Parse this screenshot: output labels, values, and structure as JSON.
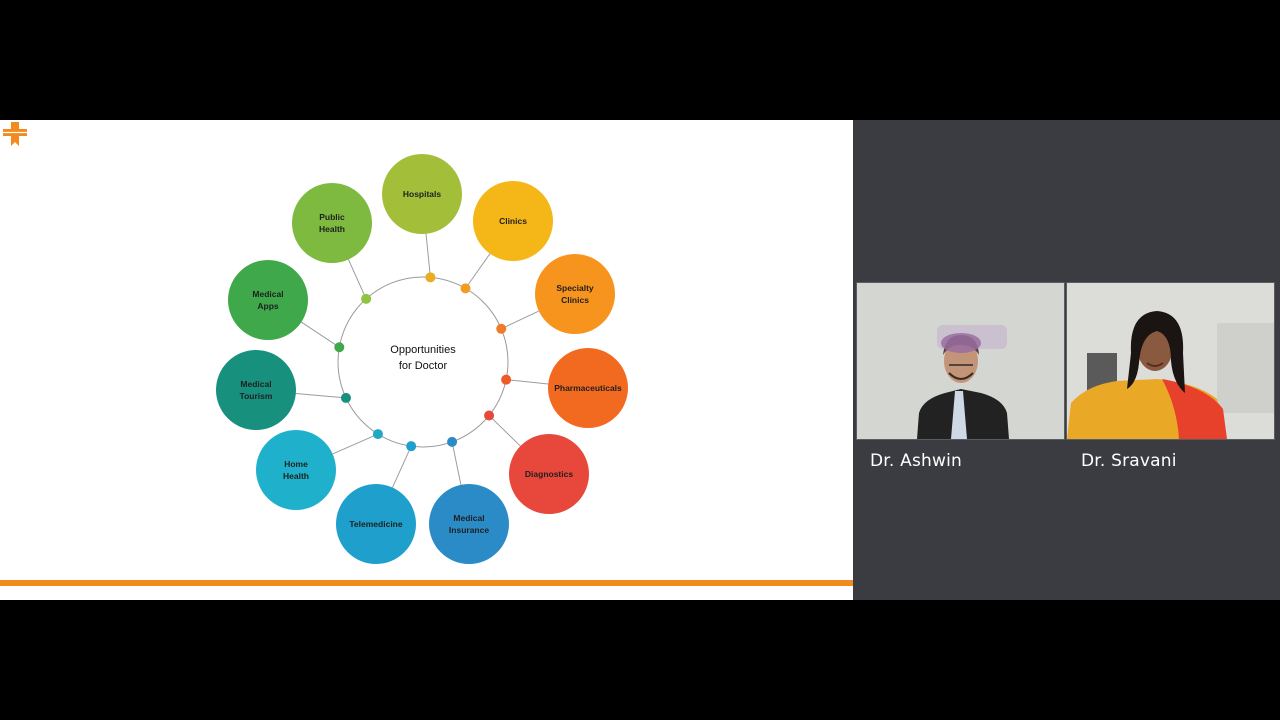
{
  "slide": {
    "center_line1": "Opportunities",
    "center_line2": "for Doctor",
    "bubbles": [
      {
        "lines": [
          "Hospitals"
        ],
        "color": "#a3bf3a",
        "dot": "#e9ad21"
      },
      {
        "lines": [
          "Clinics"
        ],
        "color": "#f5b617",
        "dot": "#f39c21"
      },
      {
        "lines": [
          "Specialty",
          "Clinics"
        ],
        "color": "#f7941e",
        "dot": "#f07b28"
      },
      {
        "lines": [
          "Pharmaceuticals"
        ],
        "color": "#f26a1f",
        "dot": "#ee5a2a"
      },
      {
        "lines": [
          "Diagnostics"
        ],
        "color": "#e8473b",
        "dot": "#e8473b"
      },
      {
        "lines": [
          "Medical",
          "Insurance"
        ],
        "color": "#2a8bc7",
        "dot": "#2a8bc7"
      },
      {
        "lines": [
          "Telemedicine"
        ],
        "color": "#1f9fcc",
        "dot": "#1f9fcc"
      },
      {
        "lines": [
          "Home",
          "Health"
        ],
        "color": "#1fb1cc",
        "dot": "#1fa9c4"
      },
      {
        "lines": [
          "Medical",
          "Tourism"
        ],
        "color": "#17907e",
        "dot": "#17907e"
      },
      {
        "lines": [
          "Medical",
          "Apps"
        ],
        "color": "#3ea84a",
        "dot": "#3ea84a"
      },
      {
        "lines": [
          "Public",
          "Health"
        ],
        "color": "#7dba3f",
        "dot": "#8ec43f"
      }
    ],
    "logo_icon": "medical-cross-logo-icon",
    "accent_color": "#f28a1e"
  },
  "participants": [
    {
      "name": "Dr. Ashwin"
    },
    {
      "name": "Dr. Sravani"
    }
  ]
}
